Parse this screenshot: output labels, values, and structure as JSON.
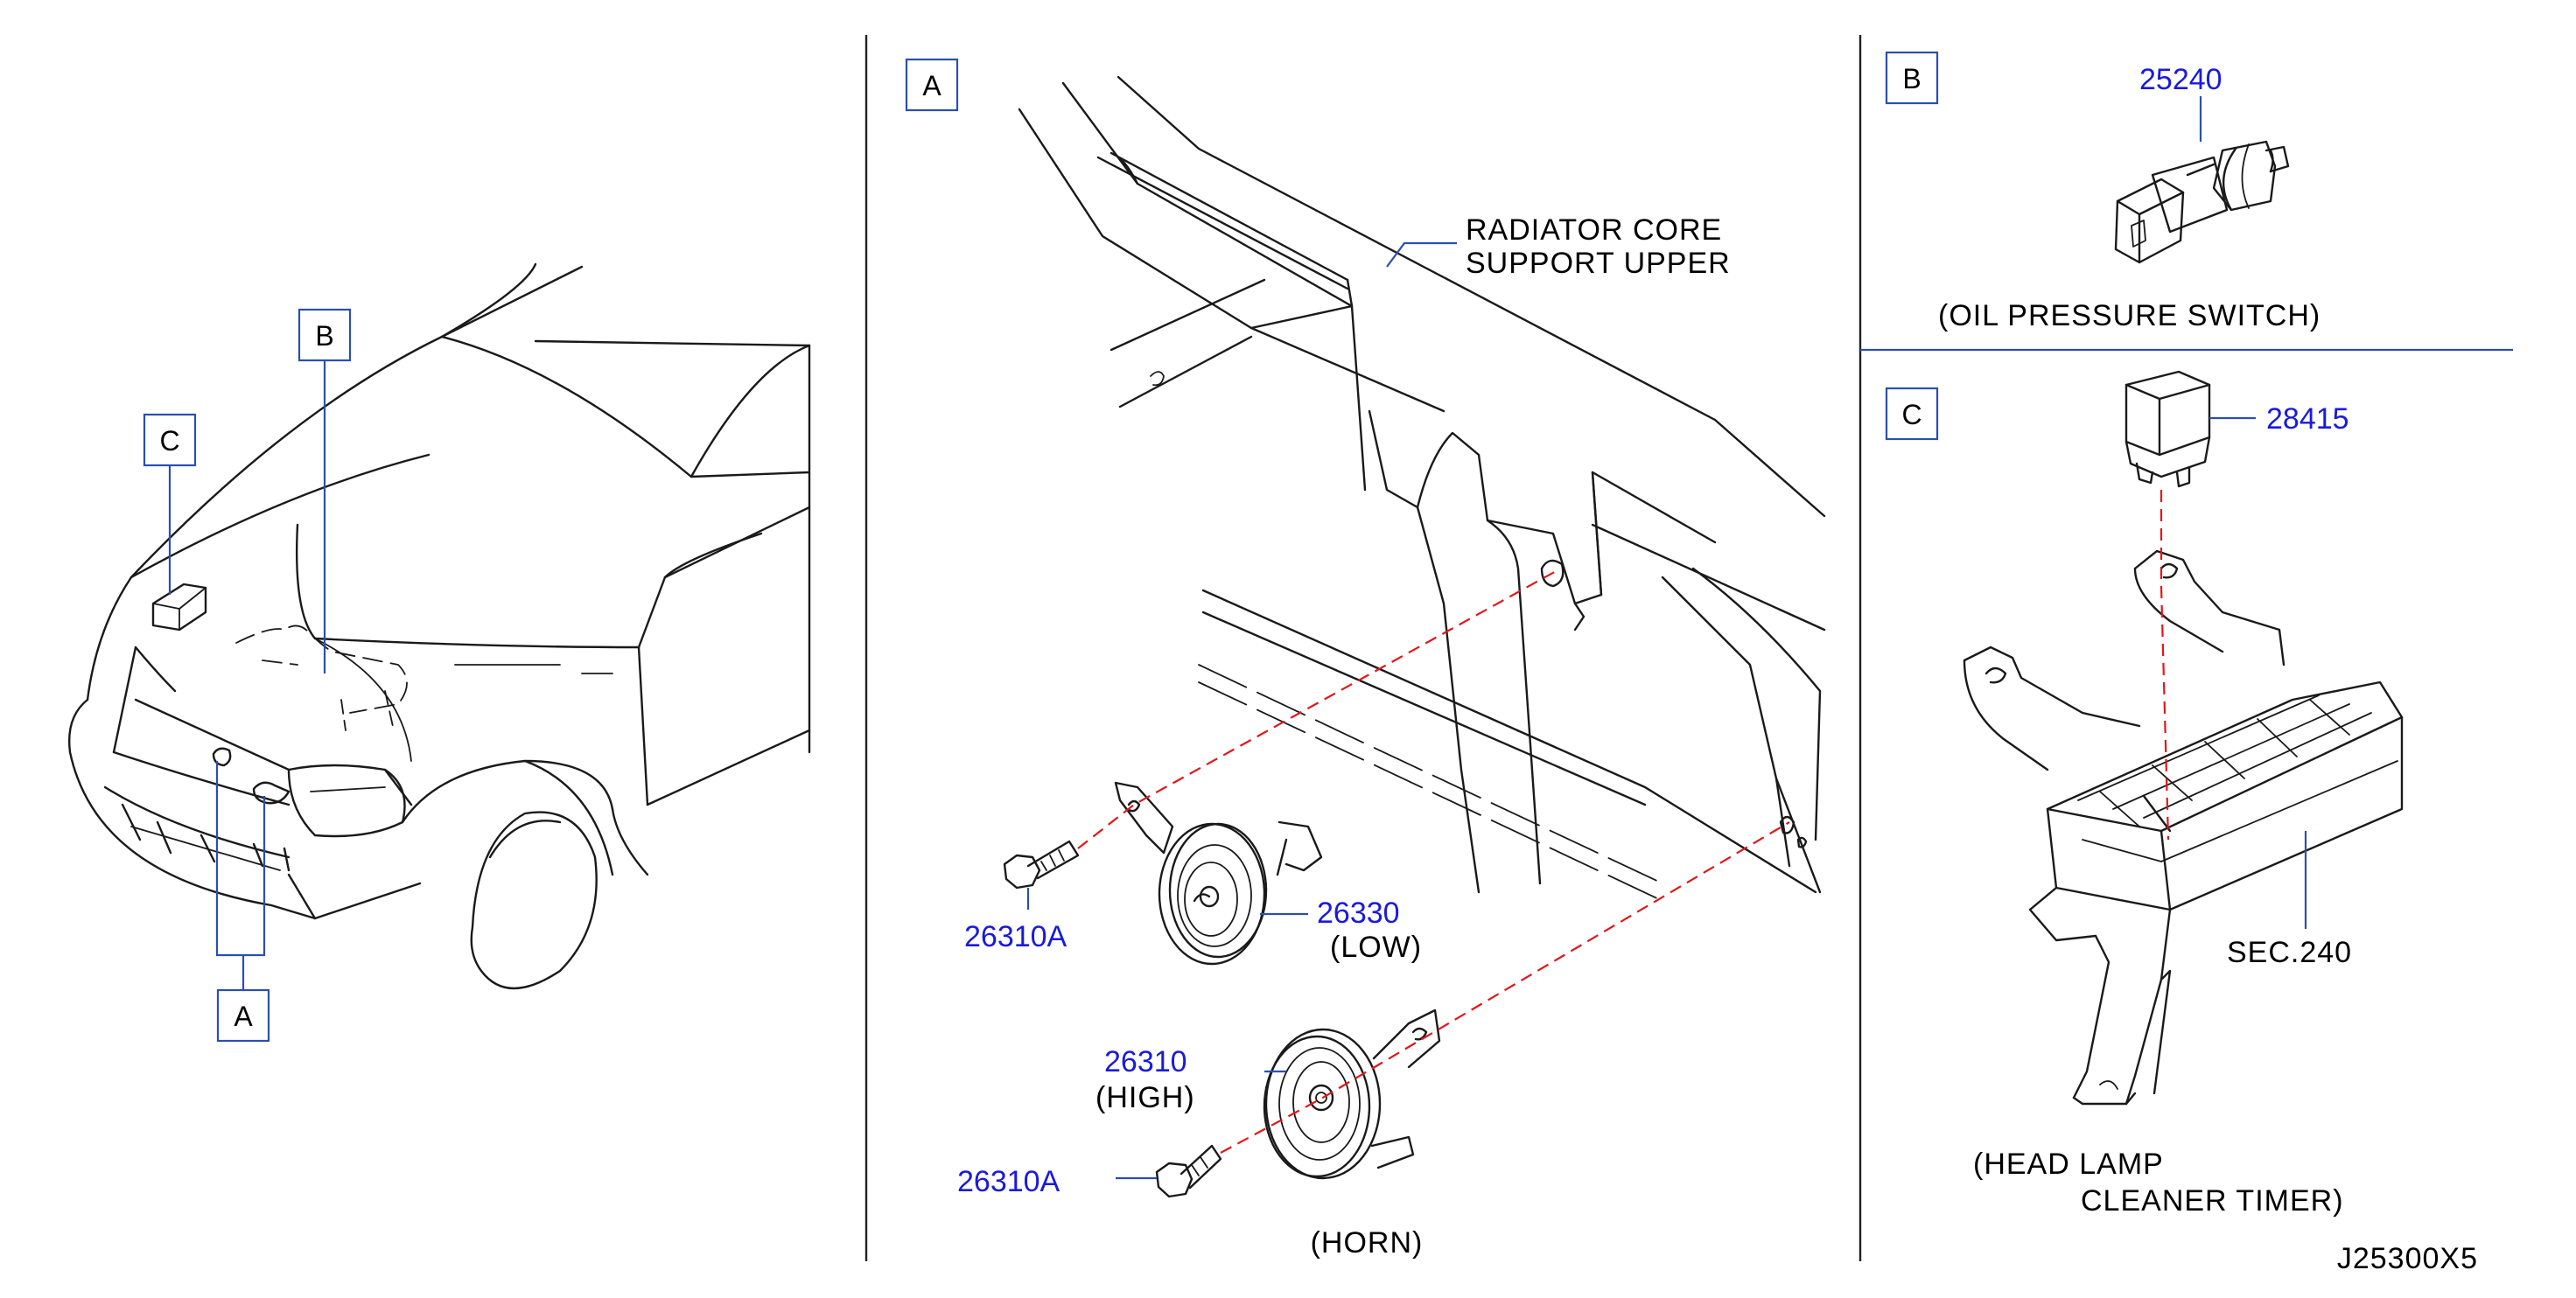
{
  "callouts": {
    "A": "A",
    "B": "B",
    "C": "C"
  },
  "horn_section": {
    "radiator_label_line1": "RADIATOR  CORE",
    "radiator_label_line2": "SUPPORT  UPPER",
    "part_low": "26330",
    "low_label": "(LOW)",
    "part_high": "26310",
    "high_label": "(HIGH)",
    "bolt_part_1": "26310A",
    "bolt_part_2": "26310A",
    "caption": "(HORN)"
  },
  "oil_section": {
    "part": "25240",
    "caption": "(OIL  PRESSURE  SWITCH)"
  },
  "timer_section": {
    "part": "28415",
    "sec_ref": "SEC.240",
    "caption_line1": "(HEAD  LAMP",
    "caption_line2": "CLEANER  TIMER)"
  },
  "diagram_id": "J25300X5",
  "colors": {
    "part_number": "#1a1adc",
    "leader": "#2a4fb0",
    "dashed_alignment": "#e0181b"
  }
}
